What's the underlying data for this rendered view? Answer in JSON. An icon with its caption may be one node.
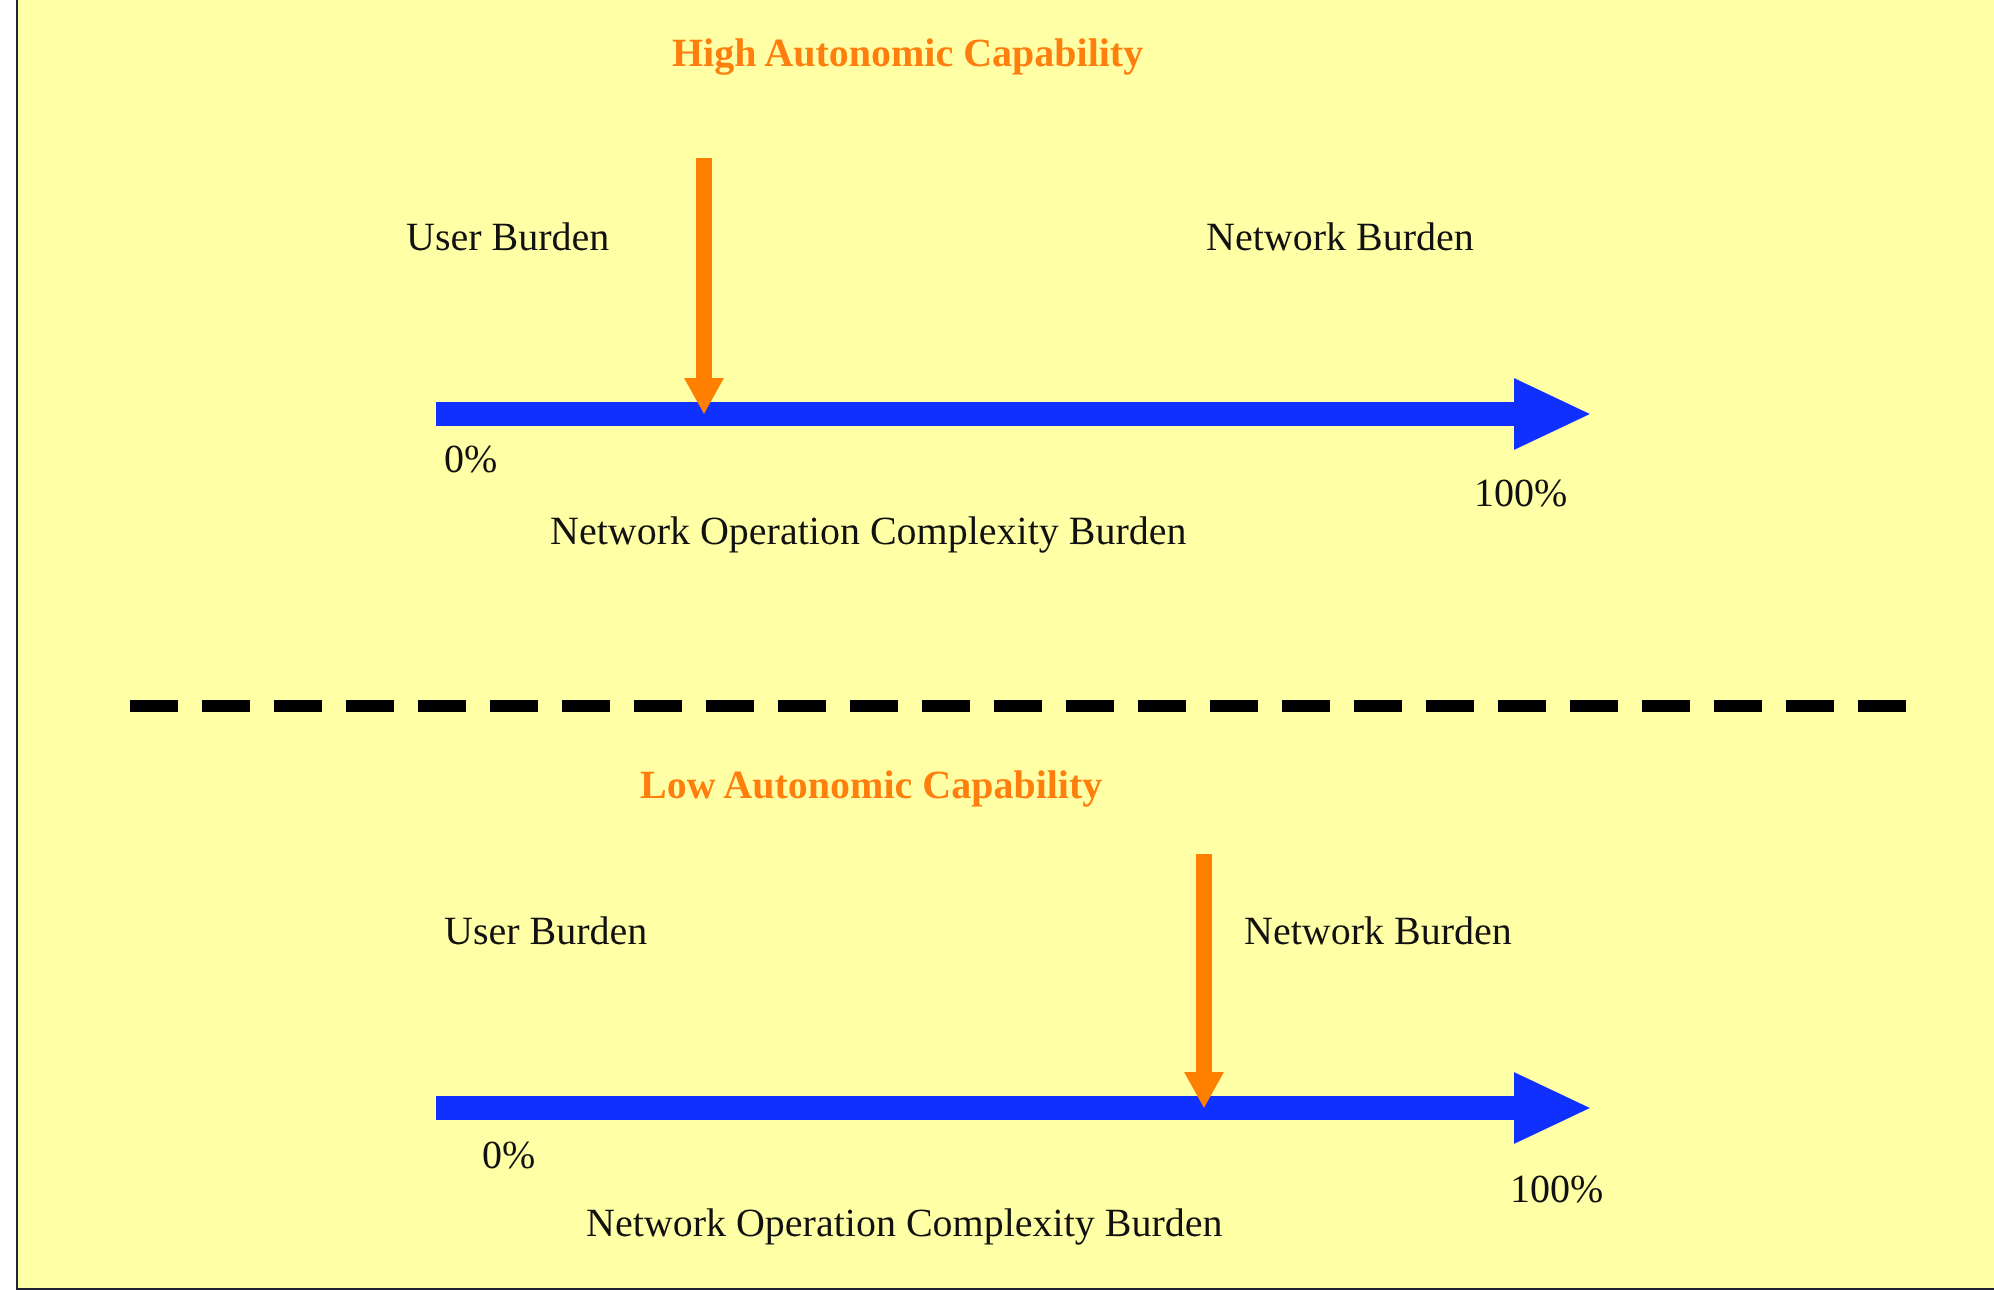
{
  "diagram": {
    "labels": [
      "High Autonomic Capability",
      "User Burden",
      "Network Burden",
      "0%",
      "100%",
      "Network Operation Complexity Burden",
      "Low Autonomic Capability",
      "User Burden",
      "Network Burden",
      "0%",
      "100%",
      "Network Operation Complexity Burden"
    ]
  }
}
